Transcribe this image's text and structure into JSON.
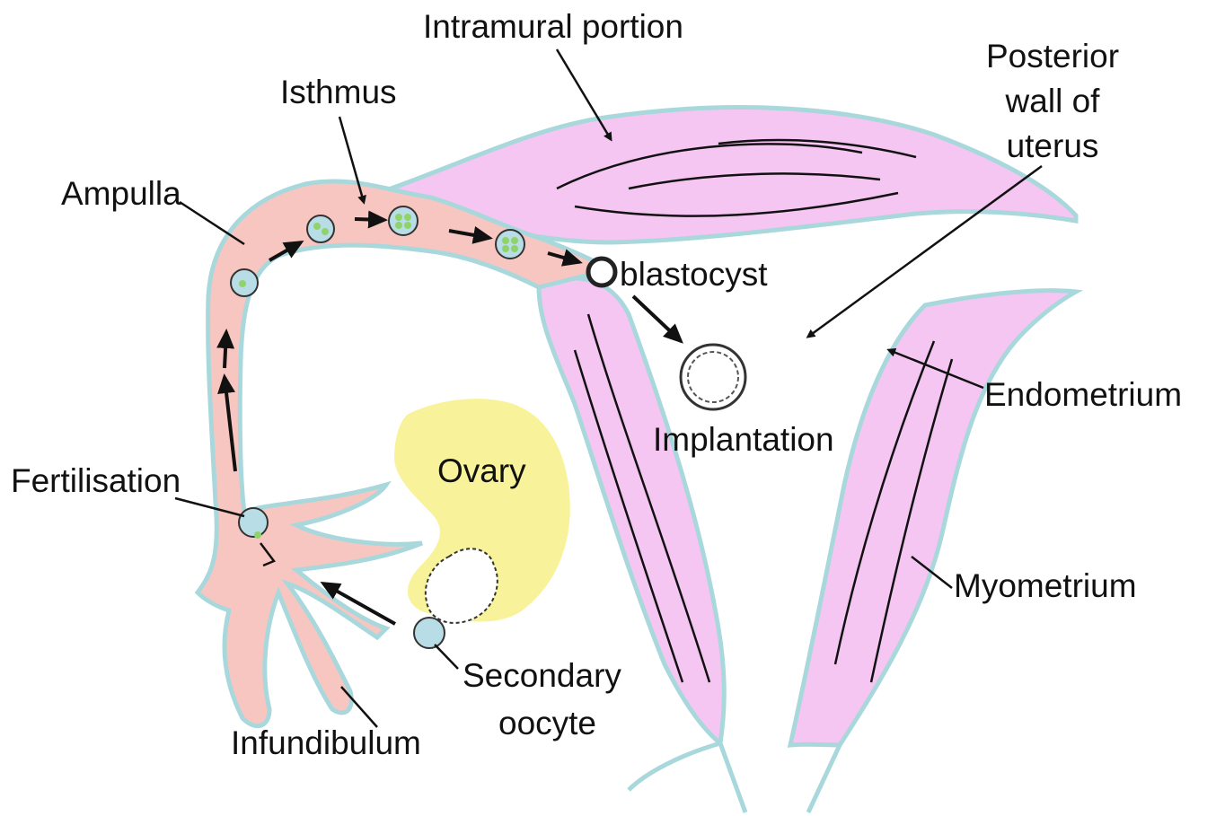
{
  "labels": {
    "intramural": "Intramural portion",
    "isthmus": "Isthmus",
    "posterior_1": "Posterior",
    "posterior_2": "wall of",
    "posterior_3": "uterus",
    "ampulla": "Ampulla",
    "blastocyst": "blastocyst",
    "endometrium": "Endometrium",
    "implantation": "Implantation",
    "ovary": "Ovary",
    "fertilisation": "Fertilisation",
    "myometrium": "Myometrium",
    "secondary_1": "Secondary",
    "secondary_2": "oocyte",
    "infundibulum": "Infundibulum"
  },
  "colors": {
    "tube": "#f8c6c0",
    "uterus": "#f6c6f2",
    "ovary": "#f8f39a",
    "outline": "#a9d8dc",
    "cell": "#b9dde6",
    "embryo_green": "#8fd36a"
  }
}
